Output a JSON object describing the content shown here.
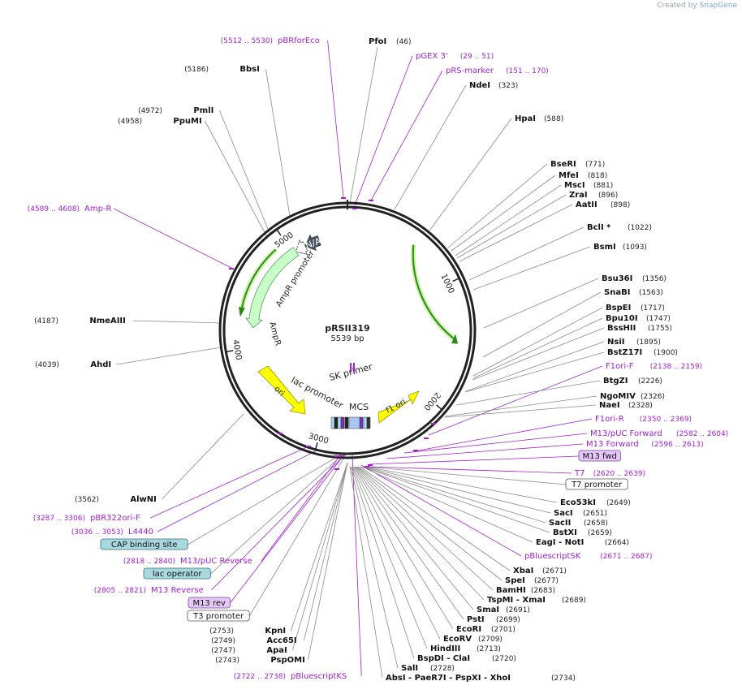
{
  "brand": {
    "created_by": "Created by",
    "product": "SnapGene"
  },
  "plasmid": {
    "name": "pRSII319",
    "length_label": "5539 bp",
    "length": 5539
  },
  "features": [
    {
      "label": "CEN/ARS",
      "start": 5270,
      "end": 5050,
      "strand": -1,
      "type": "arrow-dark"
    },
    {
      "label": "AmpR promoter",
      "start": 5130,
      "end": 5030,
      "strand": -1,
      "type": "arrow-white"
    },
    {
      "label": "AmpR",
      "start": 5030,
      "end": 4180,
      "strand": -1,
      "type": "arrow-green"
    },
    {
      "label": "ori",
      "start": 3780,
      "end": 3200,
      "strand": -1,
      "type": "arrow-yellow"
    },
    {
      "label": "f1 ori",
      "start": 2470,
      "end": 2150,
      "strand": 1,
      "type": "arrow-yellow"
    },
    {
      "label": "lac promoter"
    },
    {
      "label": "MCS"
    },
    {
      "label": "SK primer"
    }
  ],
  "orfs": [
    {
      "start": 580,
      "end": 1460,
      "strand": -1
    },
    {
      "start": 4900,
      "end": 4310,
      "strand": -1
    }
  ],
  "ticks": [
    "1000",
    "2000",
    "3000",
    "4000",
    "5000"
  ],
  "left_labels": [
    {
      "name": "PfoI",
      "pos": "(46)"
    },
    {
      "name": "BbsI",
      "pos": "(5186)"
    },
    {
      "name": "PmlI",
      "pos": "(4972)"
    },
    {
      "name": "PpuMI",
      "pos": "(4958)"
    },
    {
      "name": "NmeAIII",
      "pos": "(4187)"
    },
    {
      "name": "AhdI",
      "pos": "(4039)"
    },
    {
      "name": "AlwNI",
      "pos": "(3562)"
    },
    {
      "name": "KpnI",
      "pos": "(2753)"
    },
    {
      "name": "Acc65I",
      "pos": "(2749)"
    },
    {
      "name": "ApaI",
      "pos": "(2747)"
    },
    {
      "name": "PspOMI",
      "pos": "(2743)"
    }
  ],
  "left_primers": [
    {
      "name": "pBRforEco",
      "range": "(5512 .. 5530)"
    },
    {
      "name": "Amp-R",
      "range": "(4589 .. 4608)"
    },
    {
      "name": "pBR322ori-F",
      "range": "(3287 .. 3306)"
    },
    {
      "name": "L4440",
      "range": "(3036 .. 3053)"
    },
    {
      "name": "M13/pUC Reverse",
      "range": "(2818 .. 2840)"
    },
    {
      "name": "M13 Reverse",
      "range": "(2805 .. 2821)"
    },
    {
      "name": "pBluescriptKS",
      "range": "(2722 .. 2738)"
    }
  ],
  "boxed_features": [
    "CAP binding site",
    "lac operator",
    "M13 rev",
    "T3 promoter",
    "M13 fwd",
    "T7 promoter"
  ],
  "right_primers": [
    {
      "name": "pGEX 3'",
      "range": "(29 .. 51)"
    },
    {
      "name": "pRS-marker",
      "range": "(151 .. 170)"
    },
    {
      "name": "F1ori-F",
      "range": "(2138 .. 2159)"
    },
    {
      "name": "F1ori-R",
      "range": "(2350 .. 2369)"
    },
    {
      "name": "M13/pUC Forward",
      "range": "(2582 .. 2604)"
    },
    {
      "name": "M13 Forward",
      "range": "(2596 .. 2613)"
    },
    {
      "name": "T7",
      "range": "(2620 .. 2639)"
    },
    {
      "name": "pBluescriptSK",
      "range": "(2671 .. 2687)"
    }
  ],
  "right_labels": [
    {
      "name": "NdeI",
      "pos": "(323)"
    },
    {
      "name": "HpaI",
      "pos": "(588)"
    },
    {
      "name": "BseRI",
      "pos": "(771)"
    },
    {
      "name": "MfeI",
      "pos": "(818)"
    },
    {
      "name": "MscI",
      "pos": "(881)"
    },
    {
      "name": "ZraI",
      "pos": "(896)"
    },
    {
      "name": "AatII",
      "pos": "(898)"
    },
    {
      "name": "BclI *",
      "pos": "(1022)"
    },
    {
      "name": "BsmI",
      "pos": "(1093)"
    },
    {
      "name": "Bsu36I",
      "pos": "(1356)"
    },
    {
      "name": "SnaBI",
      "pos": "(1563)"
    },
    {
      "name": "BspEI",
      "pos": "(1717)"
    },
    {
      "name": "Bpu10I",
      "pos": "(1747)"
    },
    {
      "name": "BssHII",
      "pos": "(1755)"
    },
    {
      "name": "NsiI",
      "pos": "(1895)"
    },
    {
      "name": "BstZ17I",
      "pos": "(1900)"
    },
    {
      "name": "BtgZI",
      "pos": "(2226)"
    },
    {
      "name": "NgoMIV",
      "pos": "(2326)"
    },
    {
      "name": "NaeI",
      "pos": "(2328)"
    },
    {
      "name": "Eco53kI",
      "pos": "(2649)"
    },
    {
      "name": "SacI",
      "pos": "(2651)"
    },
    {
      "name": "SacII",
      "pos": "(2658)"
    },
    {
      "name": "BstXI",
      "pos": "(2659)"
    },
    {
      "name": "EagI - NotI",
      "pos": "(2664)"
    },
    {
      "name": "XbaI",
      "pos": "(2671)"
    },
    {
      "name": "SpeI",
      "pos": "(2677)"
    },
    {
      "name": "BamHI",
      "pos": "(2683)"
    },
    {
      "name": "TspMI - XmaI",
      "pos": "(2689)"
    },
    {
      "name": "SmaI",
      "pos": "(2691)"
    },
    {
      "name": "PstI",
      "pos": "(2699)"
    },
    {
      "name": "EcoRI",
      "pos": "(2701)"
    },
    {
      "name": "EcoRV",
      "pos": "(2709)"
    },
    {
      "name": "HindIII",
      "pos": "(2713)"
    },
    {
      "name": "BspDI - ClaI",
      "pos": "(2720)"
    },
    {
      "name": "SalI",
      "pos": "(2728)"
    },
    {
      "name": "AbsI - PaeR7I - PspXI - XhoI",
      "pos": "(2734)"
    }
  ]
}
